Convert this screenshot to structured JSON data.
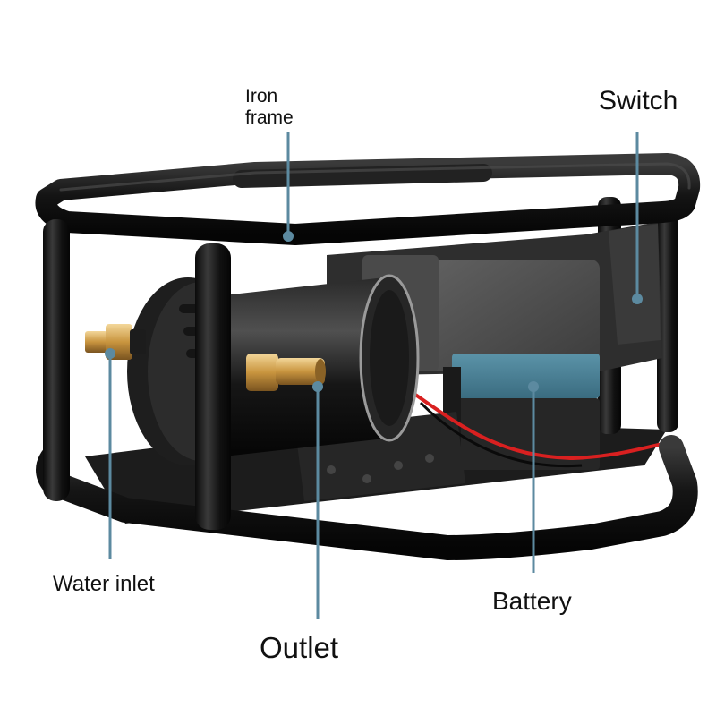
{
  "labels": {
    "iron_frame_line1": "Iron",
    "iron_frame_line2": "frame",
    "switch": "Switch",
    "water_inlet": "Water inlet",
    "battery": "Battery",
    "outlet": "Outlet"
  },
  "colors": {
    "callout_line": "#5c8aa0",
    "frame": "#161616",
    "battery_band": "#4b7f92",
    "brass": "#c9953f"
  }
}
